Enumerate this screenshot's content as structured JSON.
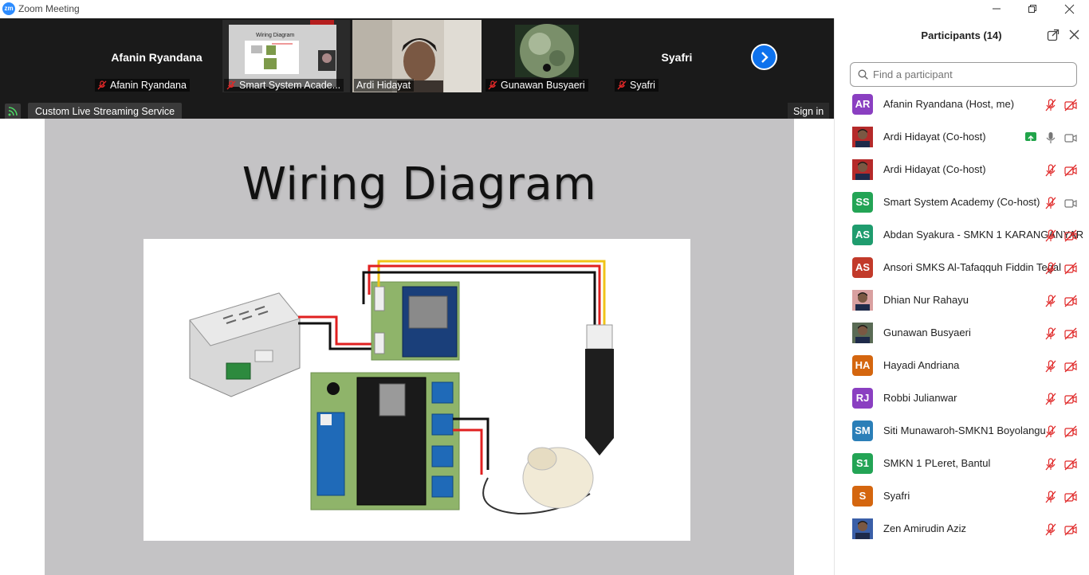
{
  "window": {
    "title": "Zoom Meeting",
    "app_icon_text": "zm"
  },
  "video_strip": {
    "thumbnails": [
      {
        "big_name": "Afanin Ryandana",
        "label": "Afanin Ryandana",
        "muted": true,
        "type": "name"
      },
      {
        "label": "Smart System Acade...",
        "muted": true,
        "type": "screen",
        "mini_title": "Wiring Diagram"
      },
      {
        "label": "Ardi Hidayat",
        "muted": false,
        "type": "video",
        "active": true
      },
      {
        "label": "Gunawan Busyaeri",
        "muted": true,
        "type": "globe"
      },
      {
        "big_name": "Syafri",
        "label": "Syafri",
        "muted": true,
        "type": "name"
      }
    ],
    "stream_label": "Custom Live Streaming Service",
    "signin_label": "Sign in"
  },
  "slide": {
    "title": "Wiring Diagram"
  },
  "participants": {
    "title": "Participants (14)",
    "search_placeholder": "Find a participant",
    "items": [
      {
        "initials": "AR",
        "name": "Afanin Ryandana (Host, me)",
        "color": "#8a3fc1",
        "mic": "muted",
        "video": "off"
      },
      {
        "initials": "",
        "name": "Ardi Hidayat (Co-host)",
        "color": "#b52a2a",
        "photo": true,
        "mic": "on",
        "video": "on",
        "sharing": true
      },
      {
        "initials": "",
        "name": "Ardi Hidayat (Co-host)",
        "color": "#b52a2a",
        "photo": true,
        "mic": "muted",
        "video": "off"
      },
      {
        "initials": "SS",
        "name": "Smart System Academy (Co-host)",
        "color": "#23a455",
        "mic": "muted",
        "video": "on"
      },
      {
        "initials": "AS",
        "name": "Abdan Syakura - SMKN 1 KARANGANYAR",
        "color": "#1f9c6e",
        "mic": "muted",
        "video": "off"
      },
      {
        "initials": "AS",
        "name": "Ansori SMKS Al-Tafaqquh Fiddin Tegal",
        "color": "#c23a2a",
        "mic": "muted",
        "video": "off"
      },
      {
        "initials": "",
        "name": "Dhian Nur Rahayu",
        "color": "#d9a0a0",
        "photo": true,
        "mic": "muted",
        "video": "off"
      },
      {
        "initials": "",
        "name": "Gunawan Busyaeri",
        "color": "#5a6b55",
        "photo": true,
        "mic": "muted",
        "video": "off"
      },
      {
        "initials": "HA",
        "name": "Hayadi Andriana",
        "color": "#d4660f",
        "mic": "muted",
        "video": "off"
      },
      {
        "initials": "RJ",
        "name": "Robbi Julianwar",
        "color": "#8a3fc1",
        "mic": "muted",
        "video": "off"
      },
      {
        "initials": "SM",
        "name": "Siti Munawaroh-SMKN1 Boyolangu",
        "color": "#2b7fb8",
        "mic": "muted",
        "video": "off"
      },
      {
        "initials": "S1",
        "name": "SMKN 1 PLeret, Bantul",
        "color": "#23a455",
        "mic": "muted",
        "video": "off"
      },
      {
        "initials": "S",
        "name": "Syafri",
        "color": "#d4660f",
        "mic": "muted",
        "video": "off"
      },
      {
        "initials": "",
        "name": "Zen Amirudin Aziz",
        "color": "#3a5fa8",
        "photo": true,
        "mic": "muted",
        "video": "off"
      }
    ]
  },
  "colors": {
    "accent": "#0e72ed",
    "muted_red": "#e02828",
    "active_border": "#9fd24b",
    "strip_bg": "#1a1a1a"
  }
}
